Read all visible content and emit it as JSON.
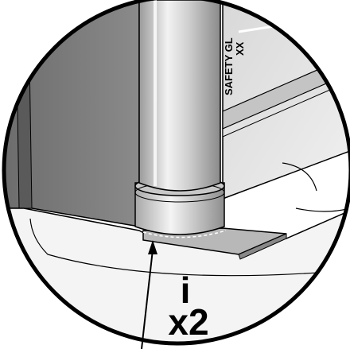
{
  "diagram": {
    "glass_label_line1": "SAFETY GL",
    "glass_label_line2": "XX",
    "callout_symbol": "i",
    "callout_quantity": "x2"
  },
  "colors": {
    "outline": "#000000",
    "background": "#ffffff",
    "panel_dark": "#7a7a7a",
    "metal_light": "#e6e6e6",
    "metal_mid": "#b4b4b4",
    "floor": "#f4f4f4"
  }
}
